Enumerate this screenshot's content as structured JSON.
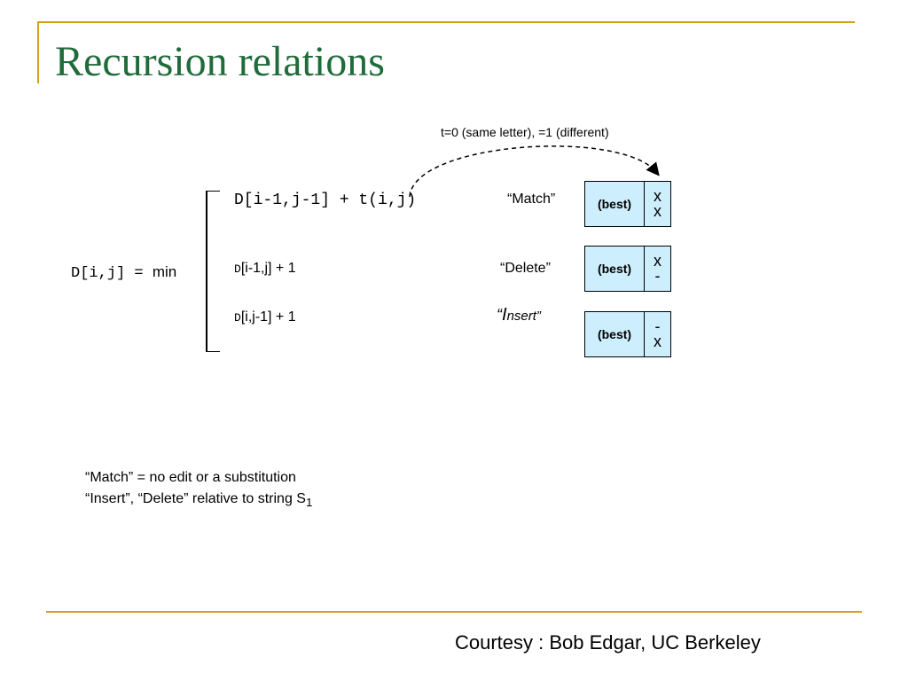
{
  "slide": {
    "title": "Recursion relations",
    "annotation": "t=0 (same letter), =1 (different)",
    "lhs": {
      "expr": "D[i,j] =",
      "min": "min"
    },
    "cases": [
      {
        "expr": "D[i-1,j-1] + t(i,j)",
        "label": "“Match”",
        "best": "(best)",
        "top": "x",
        "bottom": "x"
      },
      {
        "d": "D",
        "expr": "[i-1,j] + 1",
        "label": "“Delete”",
        "best": "(best)",
        "top": "x",
        "bottom": "-"
      },
      {
        "d": "D",
        "expr": "[i,j-1] + 1",
        "label_open": "“",
        "label_i": "I",
        "label_rest": "nsert",
        "label_close": "”",
        "best": "(best)",
        "top": "-",
        "bottom": "x"
      }
    ],
    "notes": {
      "line1": "“Match” = no edit or a substitution",
      "line2": "“Insert”, “Delete” relative to string S",
      "line2_sub": "1"
    },
    "footer": "Courtesy : Bob Edgar, UC Berkeley"
  },
  "colors": {
    "title": "#1f6b3a",
    "accent": "#d4a017",
    "cell_fill": "#cdeefd"
  }
}
